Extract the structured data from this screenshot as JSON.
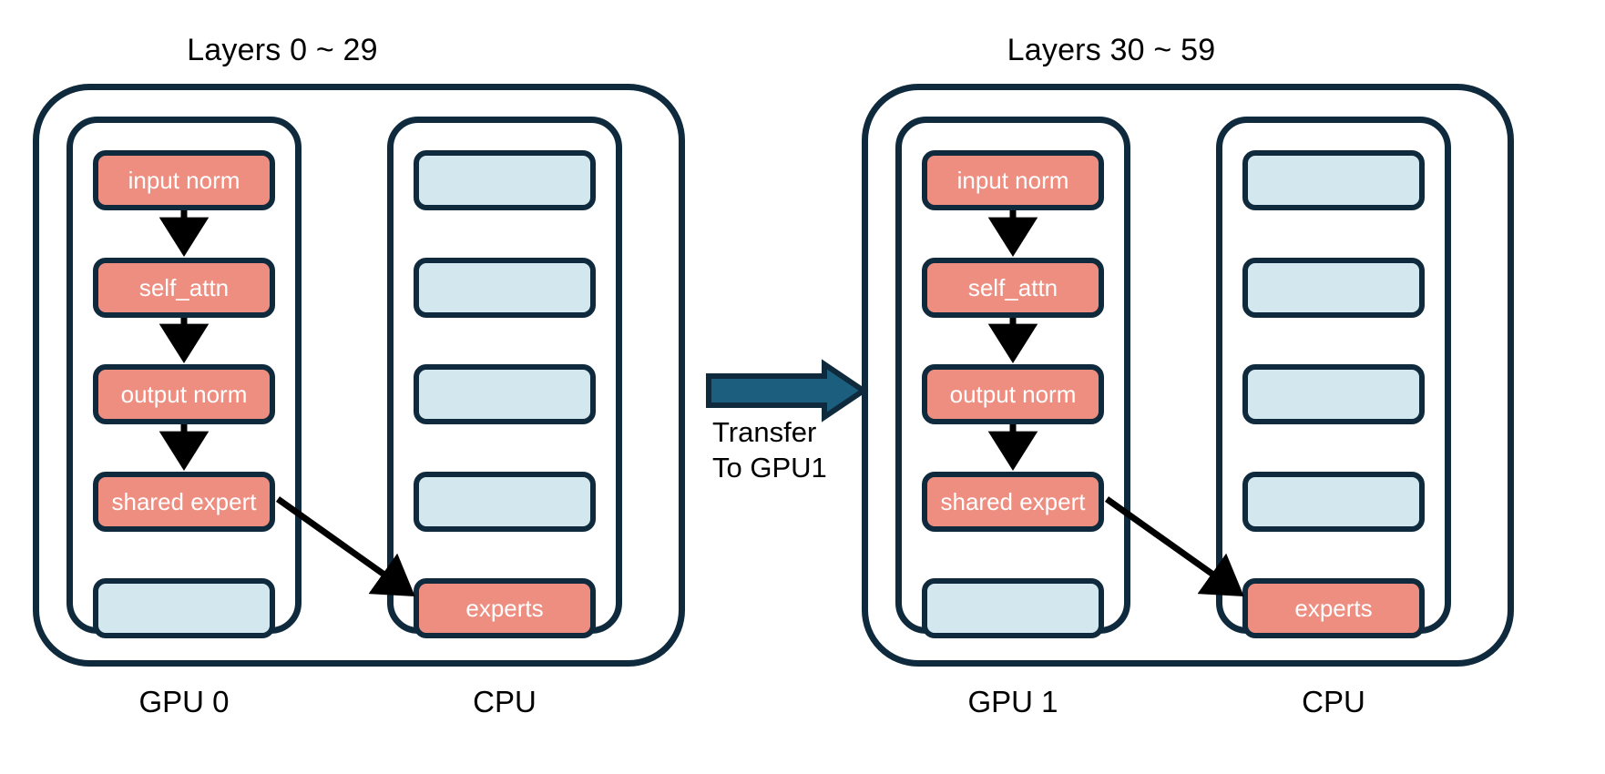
{
  "diagram": {
    "title_left": "Layers 0 ~ 29",
    "title_right": "Layers 30 ~ 59",
    "transfer_line1": "Transfer",
    "transfer_line2": "To GPU1"
  },
  "colors": {
    "border": "#0F2A3C",
    "salmon": "#ED8E81",
    "light_blue": "#D3E8EE",
    "arrow_teal": "#1B5E7E",
    "arrow_black": "#000000",
    "background": "#FFFFFF",
    "text_dark": "#000000",
    "text_on_block": "#FFFFFF"
  },
  "groups": [
    {
      "title": "Layers 0 ~ 29",
      "columns": [
        {
          "device_label": "GPU 0",
          "blocks": [
            {
              "label": "input norm",
              "kind": "salmon"
            },
            {
              "label": "self_attn",
              "kind": "salmon"
            },
            {
              "label": "output norm",
              "kind": "salmon"
            },
            {
              "label": "shared expert",
              "kind": "salmon"
            },
            {
              "label": "",
              "kind": "blue"
            }
          ]
        },
        {
          "device_label": "CPU",
          "blocks": [
            {
              "label": "",
              "kind": "blue"
            },
            {
              "label": "",
              "kind": "blue"
            },
            {
              "label": "",
              "kind": "blue"
            },
            {
              "label": "",
              "kind": "blue"
            },
            {
              "label": "experts",
              "kind": "salmon"
            }
          ]
        }
      ]
    },
    {
      "title": "Layers 30 ~ 59",
      "columns": [
        {
          "device_label": "GPU 1",
          "blocks": [
            {
              "label": "input norm",
              "kind": "salmon"
            },
            {
              "label": "self_attn",
              "kind": "salmon"
            },
            {
              "label": "output norm",
              "kind": "salmon"
            },
            {
              "label": "shared expert",
              "kind": "salmon"
            },
            {
              "label": "",
              "kind": "blue"
            }
          ]
        },
        {
          "device_label": "CPU",
          "blocks": [
            {
              "label": "",
              "kind": "blue"
            },
            {
              "label": "",
              "kind": "blue"
            },
            {
              "label": "",
              "kind": "blue"
            },
            {
              "label": "",
              "kind": "blue"
            },
            {
              "label": "experts",
              "kind": "salmon"
            }
          ]
        }
      ]
    }
  ]
}
